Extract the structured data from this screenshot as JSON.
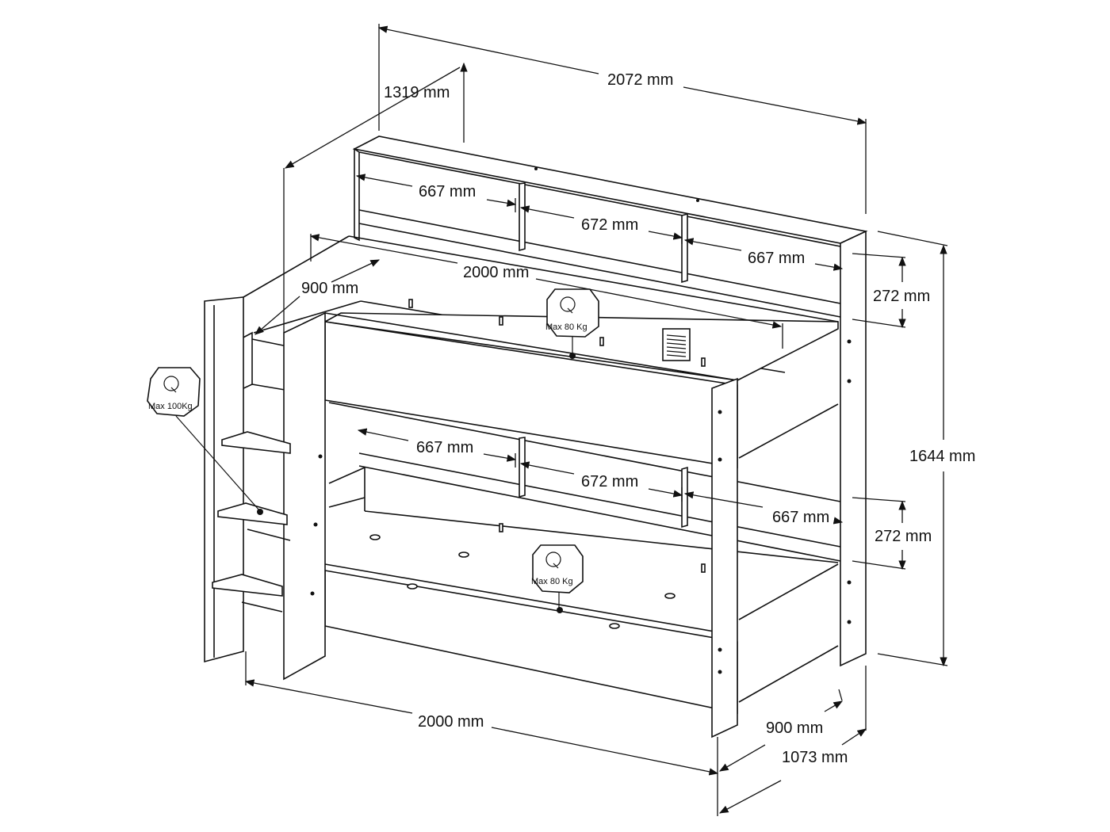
{
  "dimensions": {
    "total_length": "2072 mm",
    "total_width": "1319 mm",
    "upper_shelf_left": "667 mm",
    "upper_shelf_middle": "672 mm",
    "upper_shelf_right": "667 mm",
    "upper_bed_length": "2000 mm",
    "upper_bed_width": "900 mm",
    "upper_shelf_height": "272 mm",
    "total_height": "1644 mm",
    "lower_shelf_left": "667 mm",
    "lower_shelf_middle": "672 mm",
    "lower_shelf_right": "667 mm",
    "lower_shelf_height": "272 mm",
    "bottom_length": "2000 mm",
    "bottom_width": "900 mm",
    "bottom_depth": "1073 mm"
  },
  "weights": {
    "ladder": "Max 100Kg",
    "upper_bed": "Max 80  Kg",
    "lower_bed": "Max 80  Kg"
  }
}
